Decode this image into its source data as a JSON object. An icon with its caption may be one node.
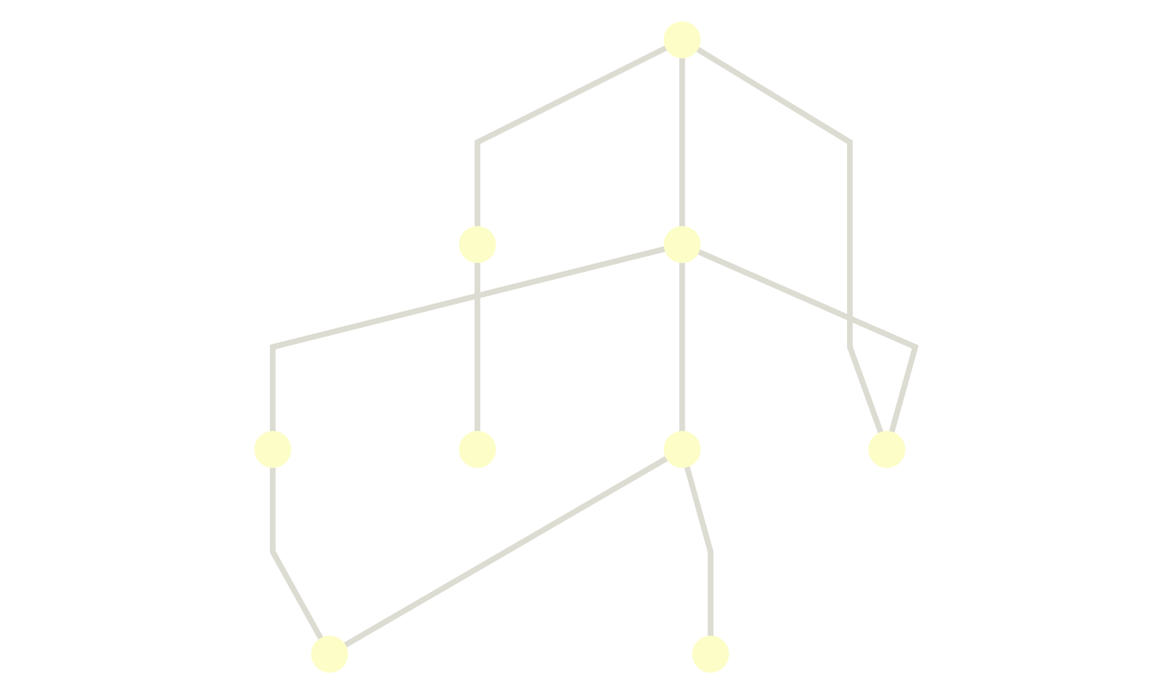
{
  "diagram": {
    "nodes": [
      {
        "text": [],
        "shape": "circle"
      },
      {
        "text": [],
        "shape": "circle"
      },
      {
        "text": [],
        "shape": "circle"
      },
      {
        "text": [],
        "shape": "circle"
      },
      {
        "text": [],
        "shape": "circle"
      },
      {
        "text": [],
        "shape": "circle"
      },
      {
        "text": [],
        "shape": "circle"
      },
      {
        "text": [],
        "shape": "circle"
      },
      {
        "text": [],
        "shape": "circle"
      }
    ],
    "edges": [
      {
        "from": 0,
        "to": 2,
        "arrow": "none"
      },
      {
        "from": 0,
        "to": 1,
        "arrow": "none"
      },
      {
        "from": 0,
        "to": 6,
        "arrow": "none"
      },
      {
        "from": 1,
        "to": 4,
        "arrow": "none"
      },
      {
        "from": 2,
        "to": 5,
        "arrow": "none"
      },
      {
        "from": 2,
        "to": 3,
        "arrow": "none"
      },
      {
        "from": 2,
        "to": 6,
        "arrow": "none"
      },
      {
        "from": 3,
        "to": 7,
        "arrow": "none"
      },
      {
        "from": 5,
        "to": 7,
        "arrow": "none"
      },
      {
        "from": 5,
        "to": 8,
        "arrow": "none"
      }
    ]
  }
}
